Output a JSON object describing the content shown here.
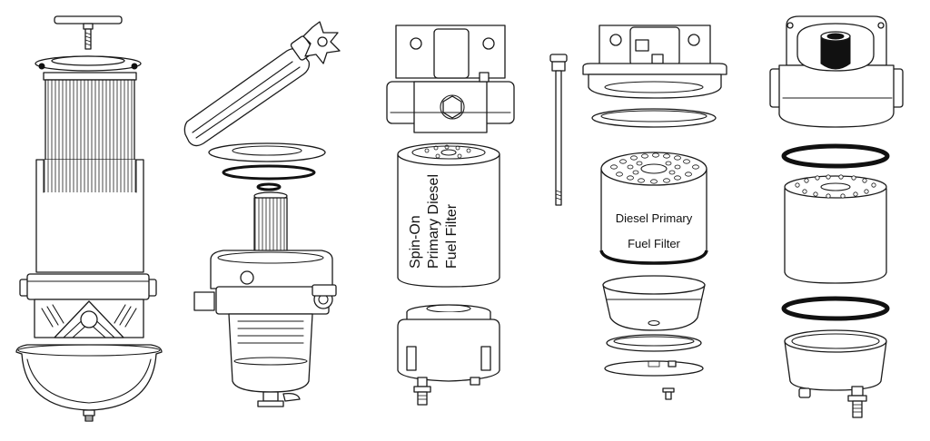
{
  "labels": {
    "spin_on_line1": "Spin-On",
    "spin_on_line2": "Primary Diesel",
    "spin_on_line3": "Fuel Filter",
    "cartridge_line1": "Diesel Primary",
    "cartridge_line2": "Fuel Filter"
  },
  "colors": {
    "line": "#1a1a1a",
    "background": "#ffffff",
    "ring": "#111111"
  }
}
